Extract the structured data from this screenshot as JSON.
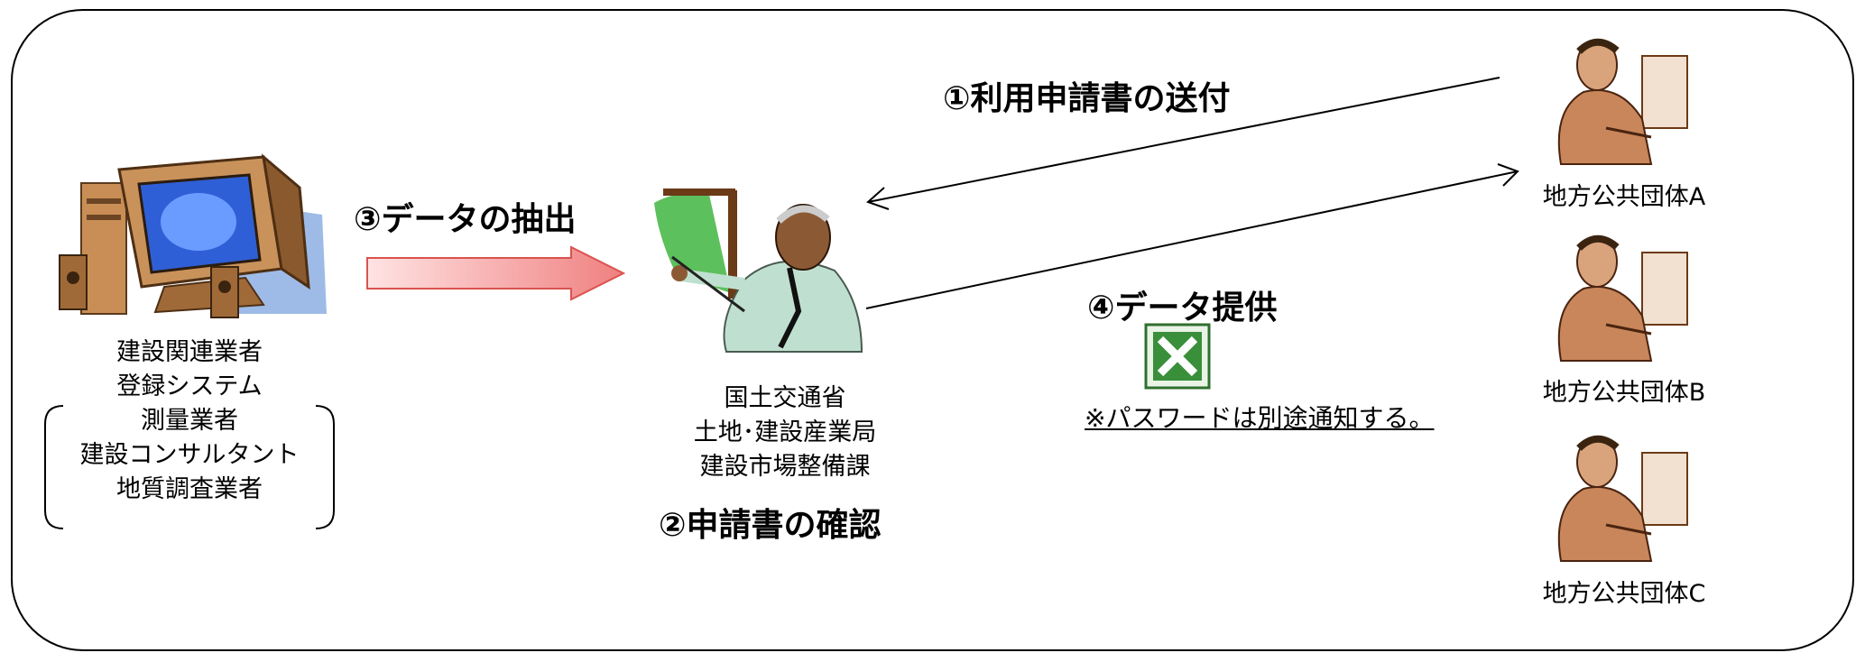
{
  "steps": {
    "step1": "①利用申請書の送付",
    "step2": "②申請書の確認",
    "step3": "③データの抽出",
    "step4": "④データ提供"
  },
  "system": {
    "lines": [
      "建設関連業者",
      "登録システム"
    ],
    "bracket_items": [
      "測量業者",
      "建設コンサルタント",
      "地質調査業者"
    ]
  },
  "ministry": {
    "lines": [
      "国土交通省",
      "土地･建設産業局",
      "建設市場整備課"
    ]
  },
  "note": "※パスワードは別途通知する。",
  "recipients": [
    "地方公共団体A",
    "地方公共団体B",
    "地方公共団体C"
  ],
  "icons": {
    "computer": "computer-icon",
    "presenter": "presenter-icon",
    "spreadsheet": "excel-file-icon",
    "user": "office-worker-icon"
  },
  "colors": {
    "arrow_fill": "#f6a6a6",
    "arrow_stroke": "#d9534f",
    "board_green": "#5cc05c",
    "excel_green": "#3a8f3a"
  }
}
